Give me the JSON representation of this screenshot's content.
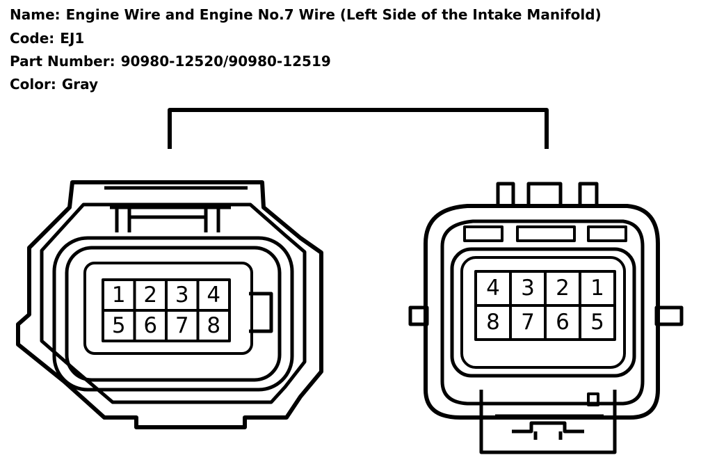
{
  "header": {
    "name_label": "Name:",
    "name_value": "Engine Wire and Engine No.7 Wire (Left Side of the Intake Manifold)",
    "code_label": "Code:",
    "code_value": "EJ1",
    "part_label": "Part Number:",
    "part_value": "90980-12520/90980-12519",
    "color_label": "Color:",
    "color_value": "Gray"
  },
  "connectors": {
    "left": {
      "pins_top": [
        "1",
        "2",
        "3",
        "4"
      ],
      "pins_bottom": [
        "5",
        "6",
        "7",
        "8"
      ]
    },
    "right": {
      "pins_top": [
        "4",
        "3",
        "2",
        "1"
      ],
      "pins_bottom": [
        "8",
        "7",
        "6",
        "5"
      ]
    }
  },
  "colors": {
    "line": "#000000",
    "background": "#ffffff"
  }
}
